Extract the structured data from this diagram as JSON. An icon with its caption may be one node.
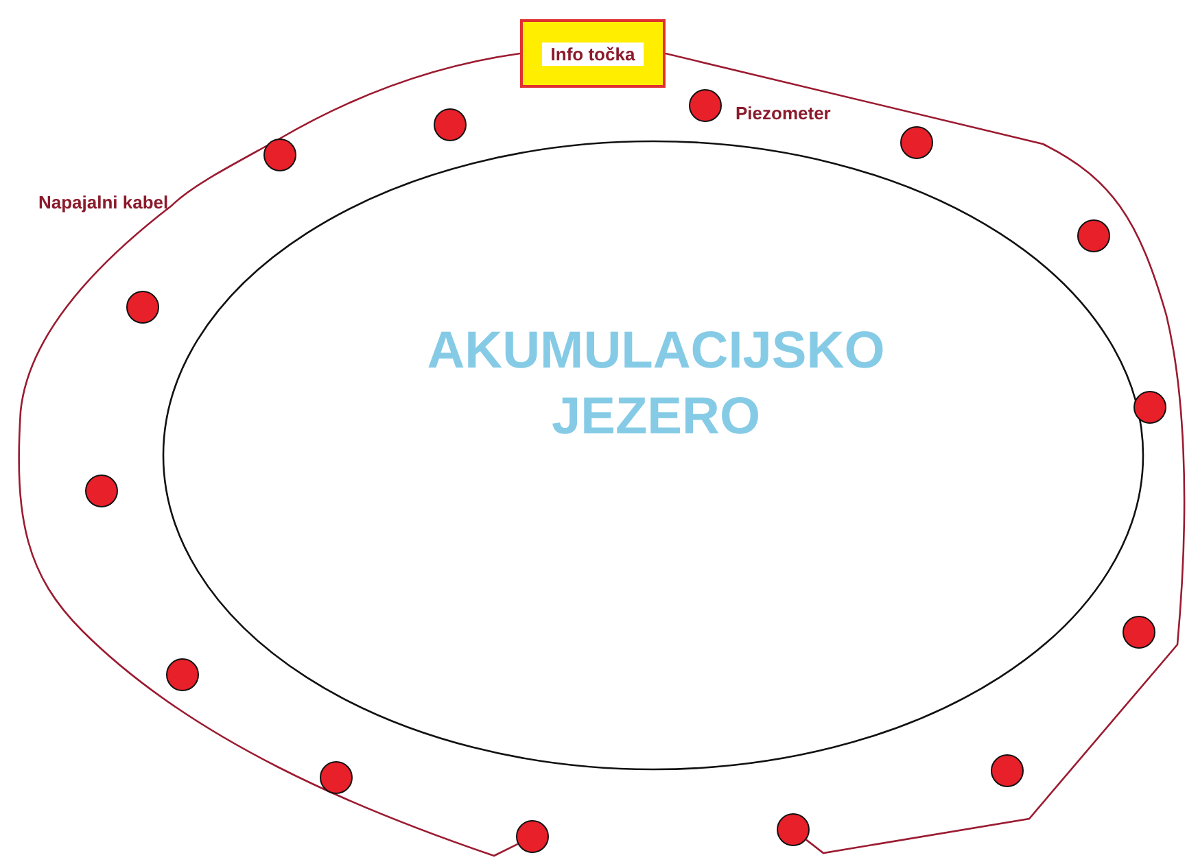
{
  "diagram": {
    "nodes": [
      {
        "text": [
          "Info točka"
        ]
      },
      {
        "text": [
          "AKUMULACIJSKO JEZERO"
        ]
      },
      {
        "text": [],
        "shape": "circle"
      },
      {
        "text": [],
        "shape": "circle"
      },
      {
        "text": [],
        "shape": "circle"
      },
      {
        "text": [],
        "shape": "circle"
      },
      {
        "text": [],
        "shape": "circle"
      },
      {
        "text": [],
        "shape": "circle"
      },
      {
        "text": [],
        "shape": "circle"
      },
      {
        "text": [],
        "shape": "circle",
        "beside": [
          "Piezometer"
        ]
      },
      {
        "text": [],
        "shape": "circle"
      },
      {
        "text": [],
        "shape": "circle"
      },
      {
        "text": [],
        "shape": "circle"
      },
      {
        "text": [],
        "shape": "circle"
      },
      {
        "text": [],
        "shape": "circle"
      },
      {
        "text": [],
        "shape": "circle"
      }
    ],
    "edges": [
      {
        "from": 0,
        "to": 8,
        "arrow": "none"
      },
      {
        "from": 0,
        "to": 10,
        "arrow": "none"
      }
    ],
    "labels": [
      "Napajalni kabel"
    ]
  }
}
